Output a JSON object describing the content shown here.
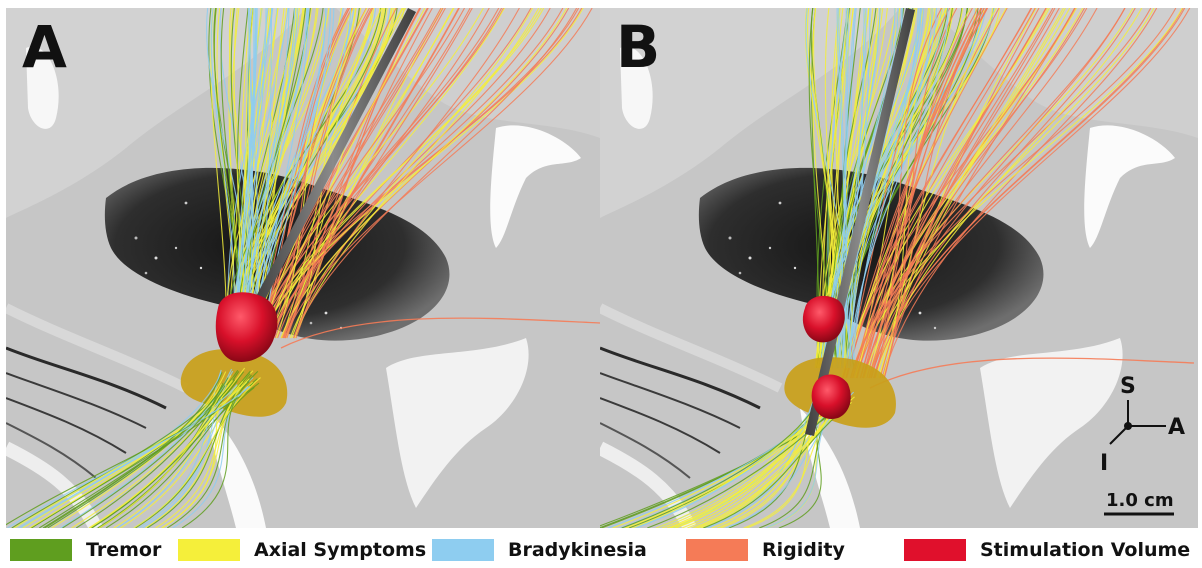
{
  "panels": [
    {
      "letter": "A",
      "electrode_contacts": "single"
    },
    {
      "letter": "B",
      "electrode_contacts": "split"
    }
  ],
  "orientation": {
    "superior": "S",
    "anterior": "A",
    "inferior": "I"
  },
  "scale_bar": {
    "label": "1.0 cm"
  },
  "legend": [
    {
      "label": "Tremor",
      "color": "#5f9e1f"
    },
    {
      "label": "Axial Symptoms",
      "color": "#f5ef3a"
    },
    {
      "label": "Bradykinesia",
      "color": "#8ecdf0"
    },
    {
      "label": "Rigidity",
      "color": "#f57b57"
    },
    {
      "label": "Stimulation Volume",
      "color": "#e0102c"
    }
  ],
  "colors": {
    "tissue": "#c9c9c9",
    "dark_nucleus": "#262626",
    "ventricle": "#ffffff",
    "electrode": "#6b6b6b",
    "nucleus_yellow": "#c9a019"
  }
}
